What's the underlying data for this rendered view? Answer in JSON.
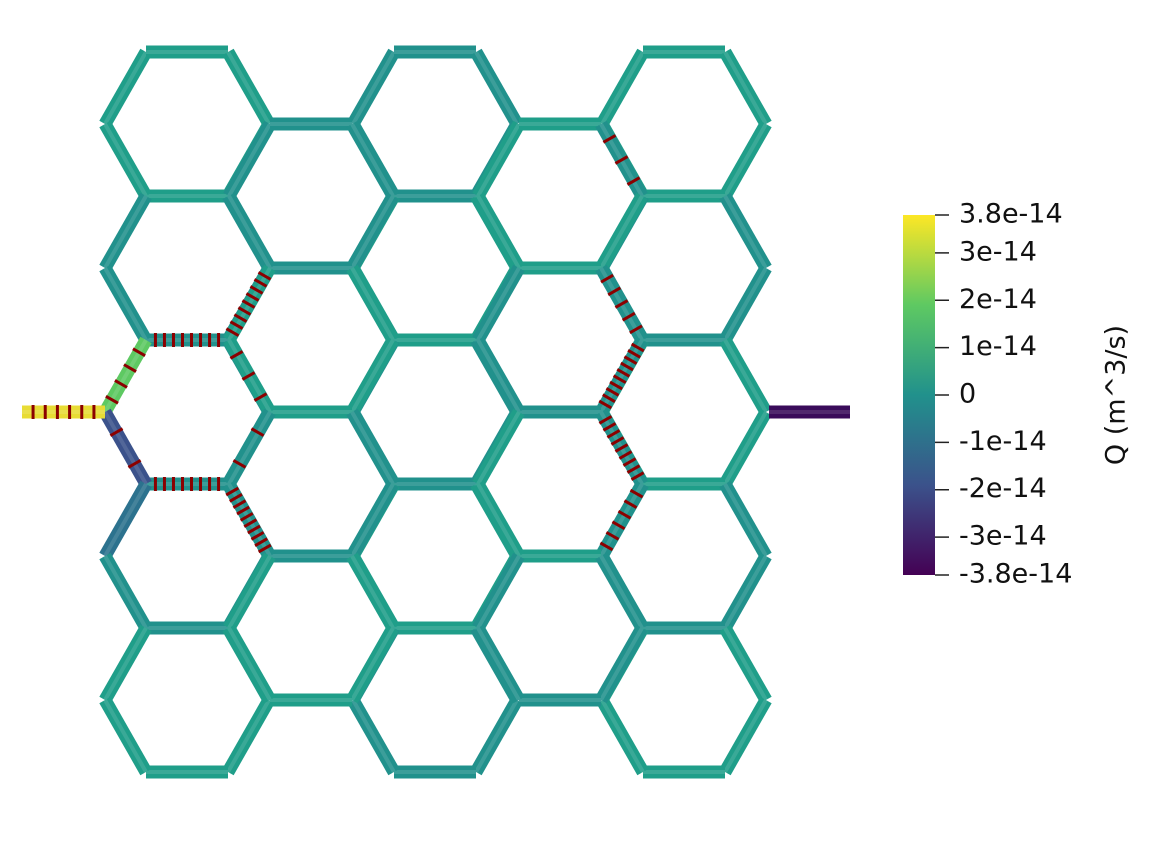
{
  "colorbar": {
    "title": "Q (m^3/s)",
    "min": -3.8e-14,
    "max": 3.8e-14,
    "ticks": [
      {
        "value": 3.8e-14,
        "label": "3.8e-14"
      },
      {
        "value": 3e-14,
        "label": "3e-14"
      },
      {
        "value": 2e-14,
        "label": "2e-14"
      },
      {
        "value": 1e-14,
        "label": "1e-14"
      },
      {
        "value": 0,
        "label": "0"
      },
      {
        "value": -1e-14,
        "label": "-1e-14"
      },
      {
        "value": -2e-14,
        "label": "-2e-14"
      },
      {
        "value": -3e-14,
        "label": "-3e-14"
      },
      {
        "value": -3.8e-14,
        "label": "-3.8e-14"
      }
    ],
    "colormap": [
      "#fde725",
      "#5ec962",
      "#21918c",
      "#3b528b",
      "#440154"
    ]
  },
  "colors": {
    "marker": "#8b0000",
    "background": "#ffffff"
  }
}
